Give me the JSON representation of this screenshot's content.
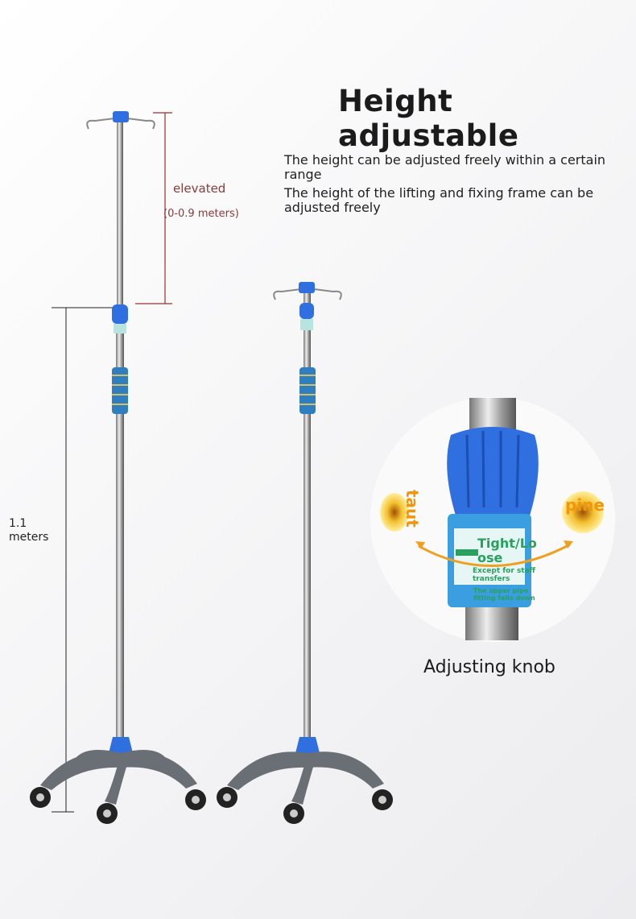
{
  "title": "Height adjustable",
  "description": [
    "The height can be adjusted freely within a certain range",
    "The height of the lifting and fixing frame can be adjusted freely"
  ],
  "elevated": {
    "label": "elevated",
    "range": "(0-0.9 meters)"
  },
  "base_height": {
    "value": "1.1",
    "unit": "meters"
  },
  "knob": {
    "caption": "Adjusting knob",
    "left_label": "taut",
    "right_label": "pine",
    "sticker_title": "Tight/Loose",
    "sticker_line1": "Except for staff transfers",
    "sticker_line2": "The upper pipe fitting falls down"
  },
  "colors": {
    "accent_blue": "#2f6fe0",
    "dimension_red": "#8b3a3a",
    "sticker_green": "#2aa05e",
    "arrow_orange": "#f0a020"
  }
}
